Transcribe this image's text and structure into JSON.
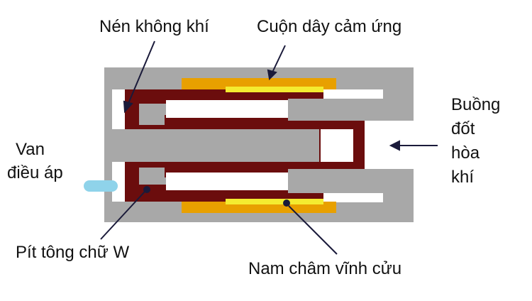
{
  "labels": {
    "compress": "Nén không khí",
    "coil": "Cuộn dây cảm ứng",
    "chamber": [
      "Buồng",
      "đốt",
      "hòa",
      "khí"
    ],
    "valve": [
      "Van",
      "điều áp"
    ],
    "piston": "Pít tông chữ W",
    "magnet": "Nam châm vĩnh cửu"
  },
  "colors": {
    "housing": "#a8a8a8",
    "piston": "#6b0d0d",
    "coil": "#e8a000",
    "magnet": "#f4ec30",
    "valve": "#8fd3ea",
    "line": "#1a1a3a",
    "background": "#ffffff"
  }
}
